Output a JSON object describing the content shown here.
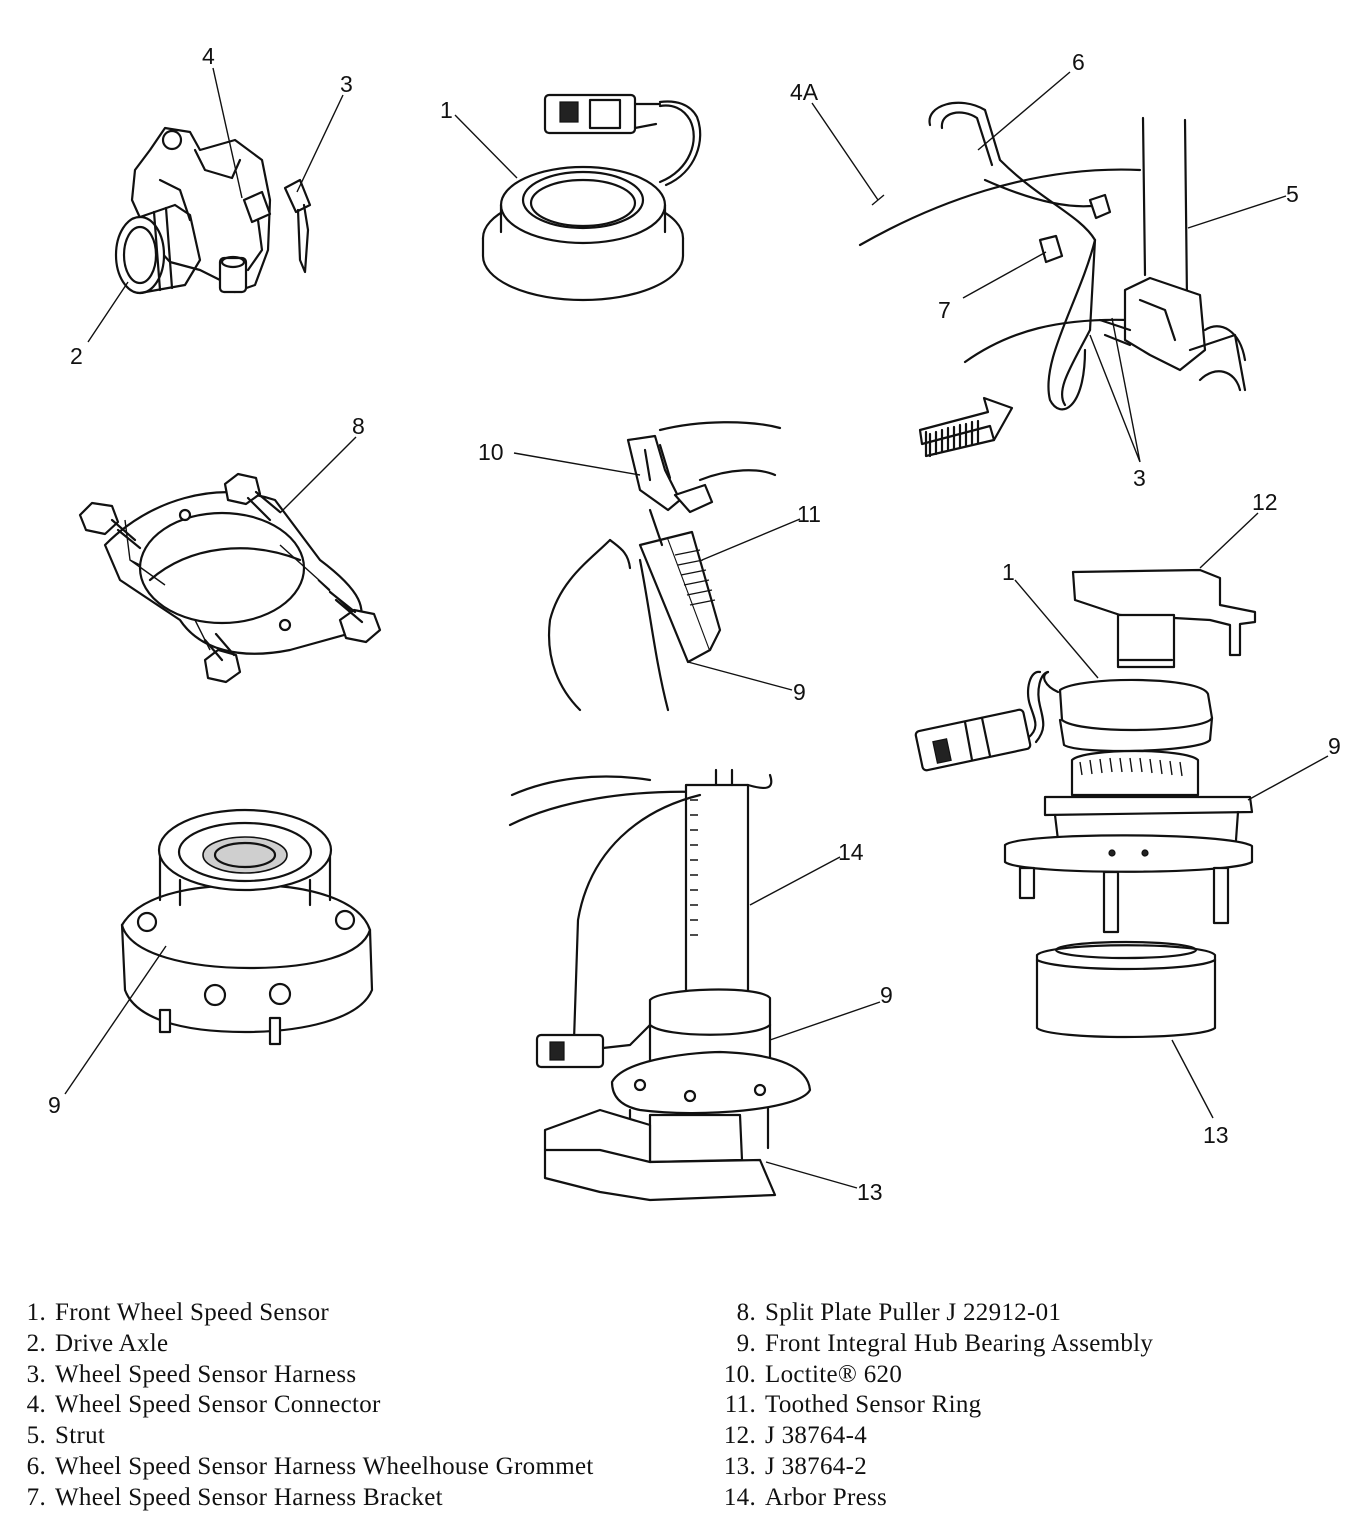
{
  "callouts": {
    "c1a": "1",
    "c1b": "1",
    "c2": "2",
    "c3a": "3",
    "c3b": "3",
    "c4": "4",
    "c4a": "4A",
    "c5": "5",
    "c6": "6",
    "c7": "7",
    "c8": "8",
    "c9a": "9",
    "c9b": "9",
    "c9c": "9",
    "c9d": "9",
    "c10": "10",
    "c11": "11",
    "c12": "12",
    "c13a": "13",
    "c13b": "13",
    "c14": "14"
  },
  "legend_left": [
    {
      "num": "1.",
      "label": "Front Wheel Speed Sensor"
    },
    {
      "num": "2.",
      "label": "Drive Axle"
    },
    {
      "num": "3.",
      "label": "Wheel Speed Sensor Harness"
    },
    {
      "num": "4.",
      "label": "Wheel Speed Sensor Connector"
    },
    {
      "num": "5.",
      "label": "Strut"
    },
    {
      "num": "6.",
      "label": "Wheel Speed Sensor Harness Wheelhouse Grommet"
    },
    {
      "num": "7.",
      "label": "Wheel Speed Sensor Harness Bracket"
    }
  ],
  "legend_right": [
    {
      "num": "8.",
      "label": "Split Plate Puller J 22912-01"
    },
    {
      "num": "9.",
      "label": "Front Integral Hub Bearing Assembly"
    },
    {
      "num": "10.",
      "label": "Loctite® 620"
    },
    {
      "num": "11.",
      "label": "Toothed Sensor Ring"
    },
    {
      "num": "12.",
      "label": "J 38764-4"
    },
    {
      "num": "13.",
      "label": "J 38764-2"
    },
    {
      "num": "14.",
      "label": "Arbor Press"
    }
  ]
}
